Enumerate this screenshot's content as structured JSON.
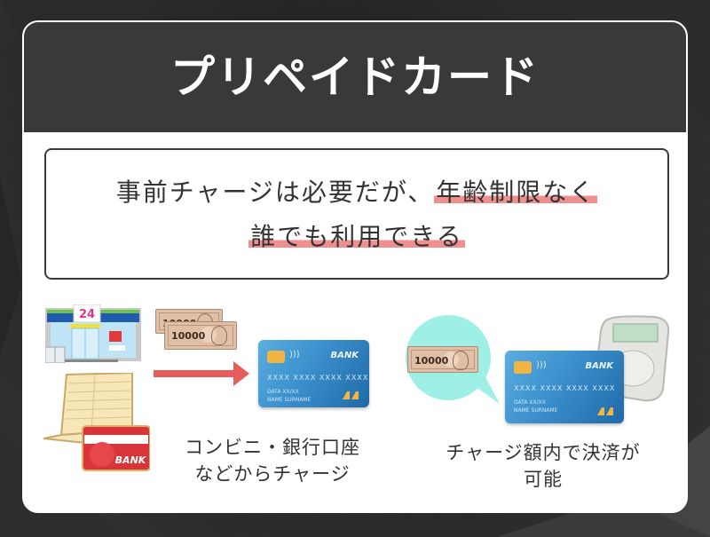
{
  "header": {
    "title": "プリペイドカード"
  },
  "summary": {
    "line1_plain": "事前チャージは必要だが、",
    "line1_highlight": "年齢制限なく",
    "line2_highlight": "誰でも利用できる",
    "highlight_color": "#f08f8f"
  },
  "left_panel": {
    "store_sign": "24",
    "bill_value": "10000",
    "bankbook_card_label": "BANK",
    "caption_line1": "コンビニ・銀行口座",
    "caption_line2": "などからチャージ",
    "arrow_color": "#e85c5c"
  },
  "card": {
    "bank": "BANK",
    "number": "XXXX XXXX XXXX XXXX",
    "date": "DATA XX/XX",
    "holder": "NAME SURNAME"
  },
  "right_panel": {
    "bill_value": "10000",
    "bubble_color": "#9ef0e6",
    "caption_line1": "チャージ額内で決済が",
    "caption_line2": "可能"
  },
  "colors": {
    "header_bg": "#393939",
    "text": "#333333",
    "card_blue": "#3b8fcc"
  }
}
